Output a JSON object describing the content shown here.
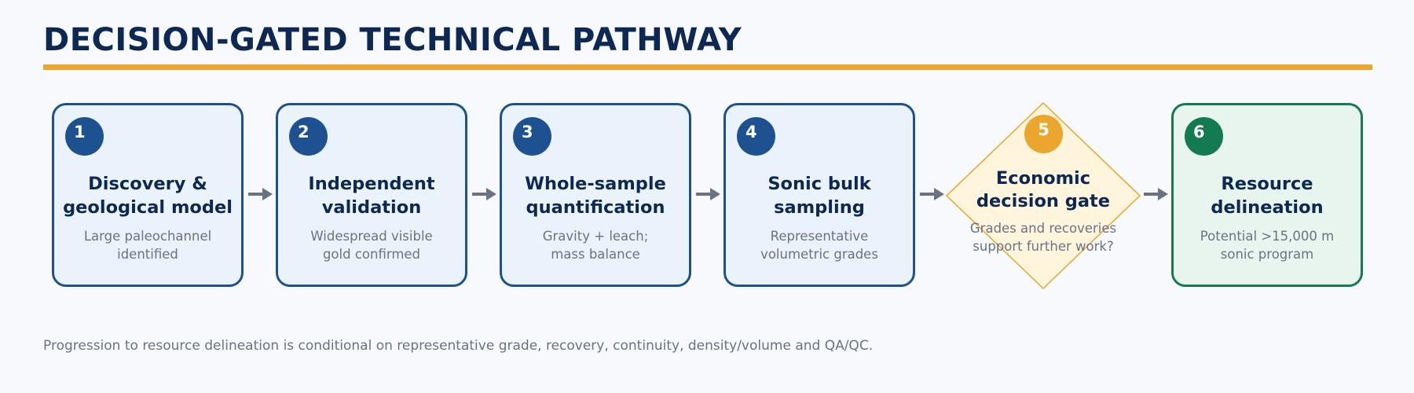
{
  "title": "DECISION-GATED TECHNICAL PATHWAY",
  "colors": {
    "navy": "#0d2852",
    "accent": "#eaa62d",
    "step_border": "#1d5190",
    "step_fill": "#eaf3fb",
    "final_border": "#137a52",
    "final_fill": "#e8f5ee",
    "gate_fill": "#fff5dc",
    "arrow": "#6b7280"
  },
  "steps": [
    {
      "number": "1",
      "title_line1": "Discovery &",
      "title_line2": "geological model",
      "desc_line1": "Large paleochannel",
      "desc_line2": "identified"
    },
    {
      "number": "2",
      "title_line1": "Independent",
      "title_line2": "validation",
      "desc_line1": "Widespread visible",
      "desc_line2": "gold confirmed"
    },
    {
      "number": "3",
      "title_line1": "Whole-sample",
      "title_line2": "quantification",
      "desc_line1": "Gravity + leach;",
      "desc_line2": "mass balance"
    },
    {
      "number": "4",
      "title_line1": "Sonic bulk",
      "title_line2": "sampling",
      "desc_line1": "Representative",
      "desc_line2": "volumetric grades"
    },
    {
      "number": "5",
      "title_line1": "Economic",
      "title_line2": "decision gate",
      "desc_line1": "Grades and recoveries",
      "desc_line2": "support further work?",
      "shape": "diamond"
    },
    {
      "number": "6",
      "title_line1": "Resource",
      "title_line2": "delineation",
      "desc_line1": "Potential >15,000 m",
      "desc_line2": "sonic program"
    }
  ],
  "footnote": "Progression to resource delineation is conditional on representative grade, recovery, continuity, density/volume and QA/QC."
}
